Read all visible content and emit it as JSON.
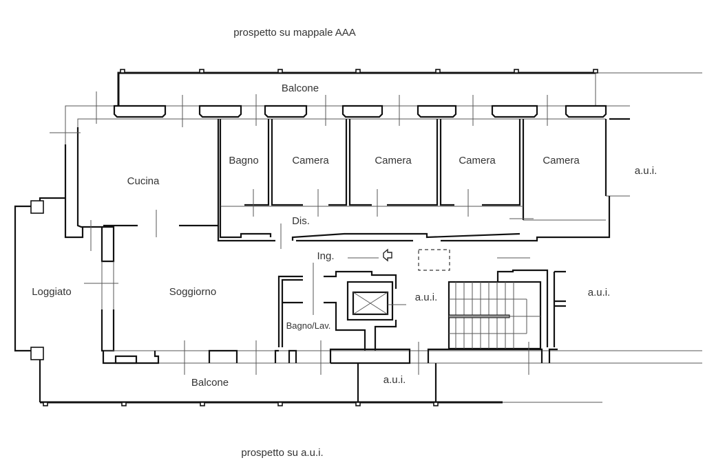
{
  "labels": {
    "top_facade": "prospetto su mappale AAA",
    "bottom_facade": "prospetto su a.u.i.",
    "balcone_top": "Balcone",
    "balcone_bottom": "Balcone",
    "bagno": "Bagno",
    "camera_1": "Camera",
    "camera_2": "Camera",
    "camera_3": "Camera",
    "camera_4": "Camera",
    "aui_right_top": "a.u.i.",
    "cucina": "Cucina",
    "dis": "Dis.",
    "ing": "Ing.",
    "loggiato": "Loggiato",
    "soggiorno": "Soggiorno",
    "aui_stair_hall": "a.u.i.",
    "aui_right_mid": "a.u.i.",
    "bagno_lav": "Bagno/Lav.",
    "aui_bottom": "a.u.i."
  }
}
